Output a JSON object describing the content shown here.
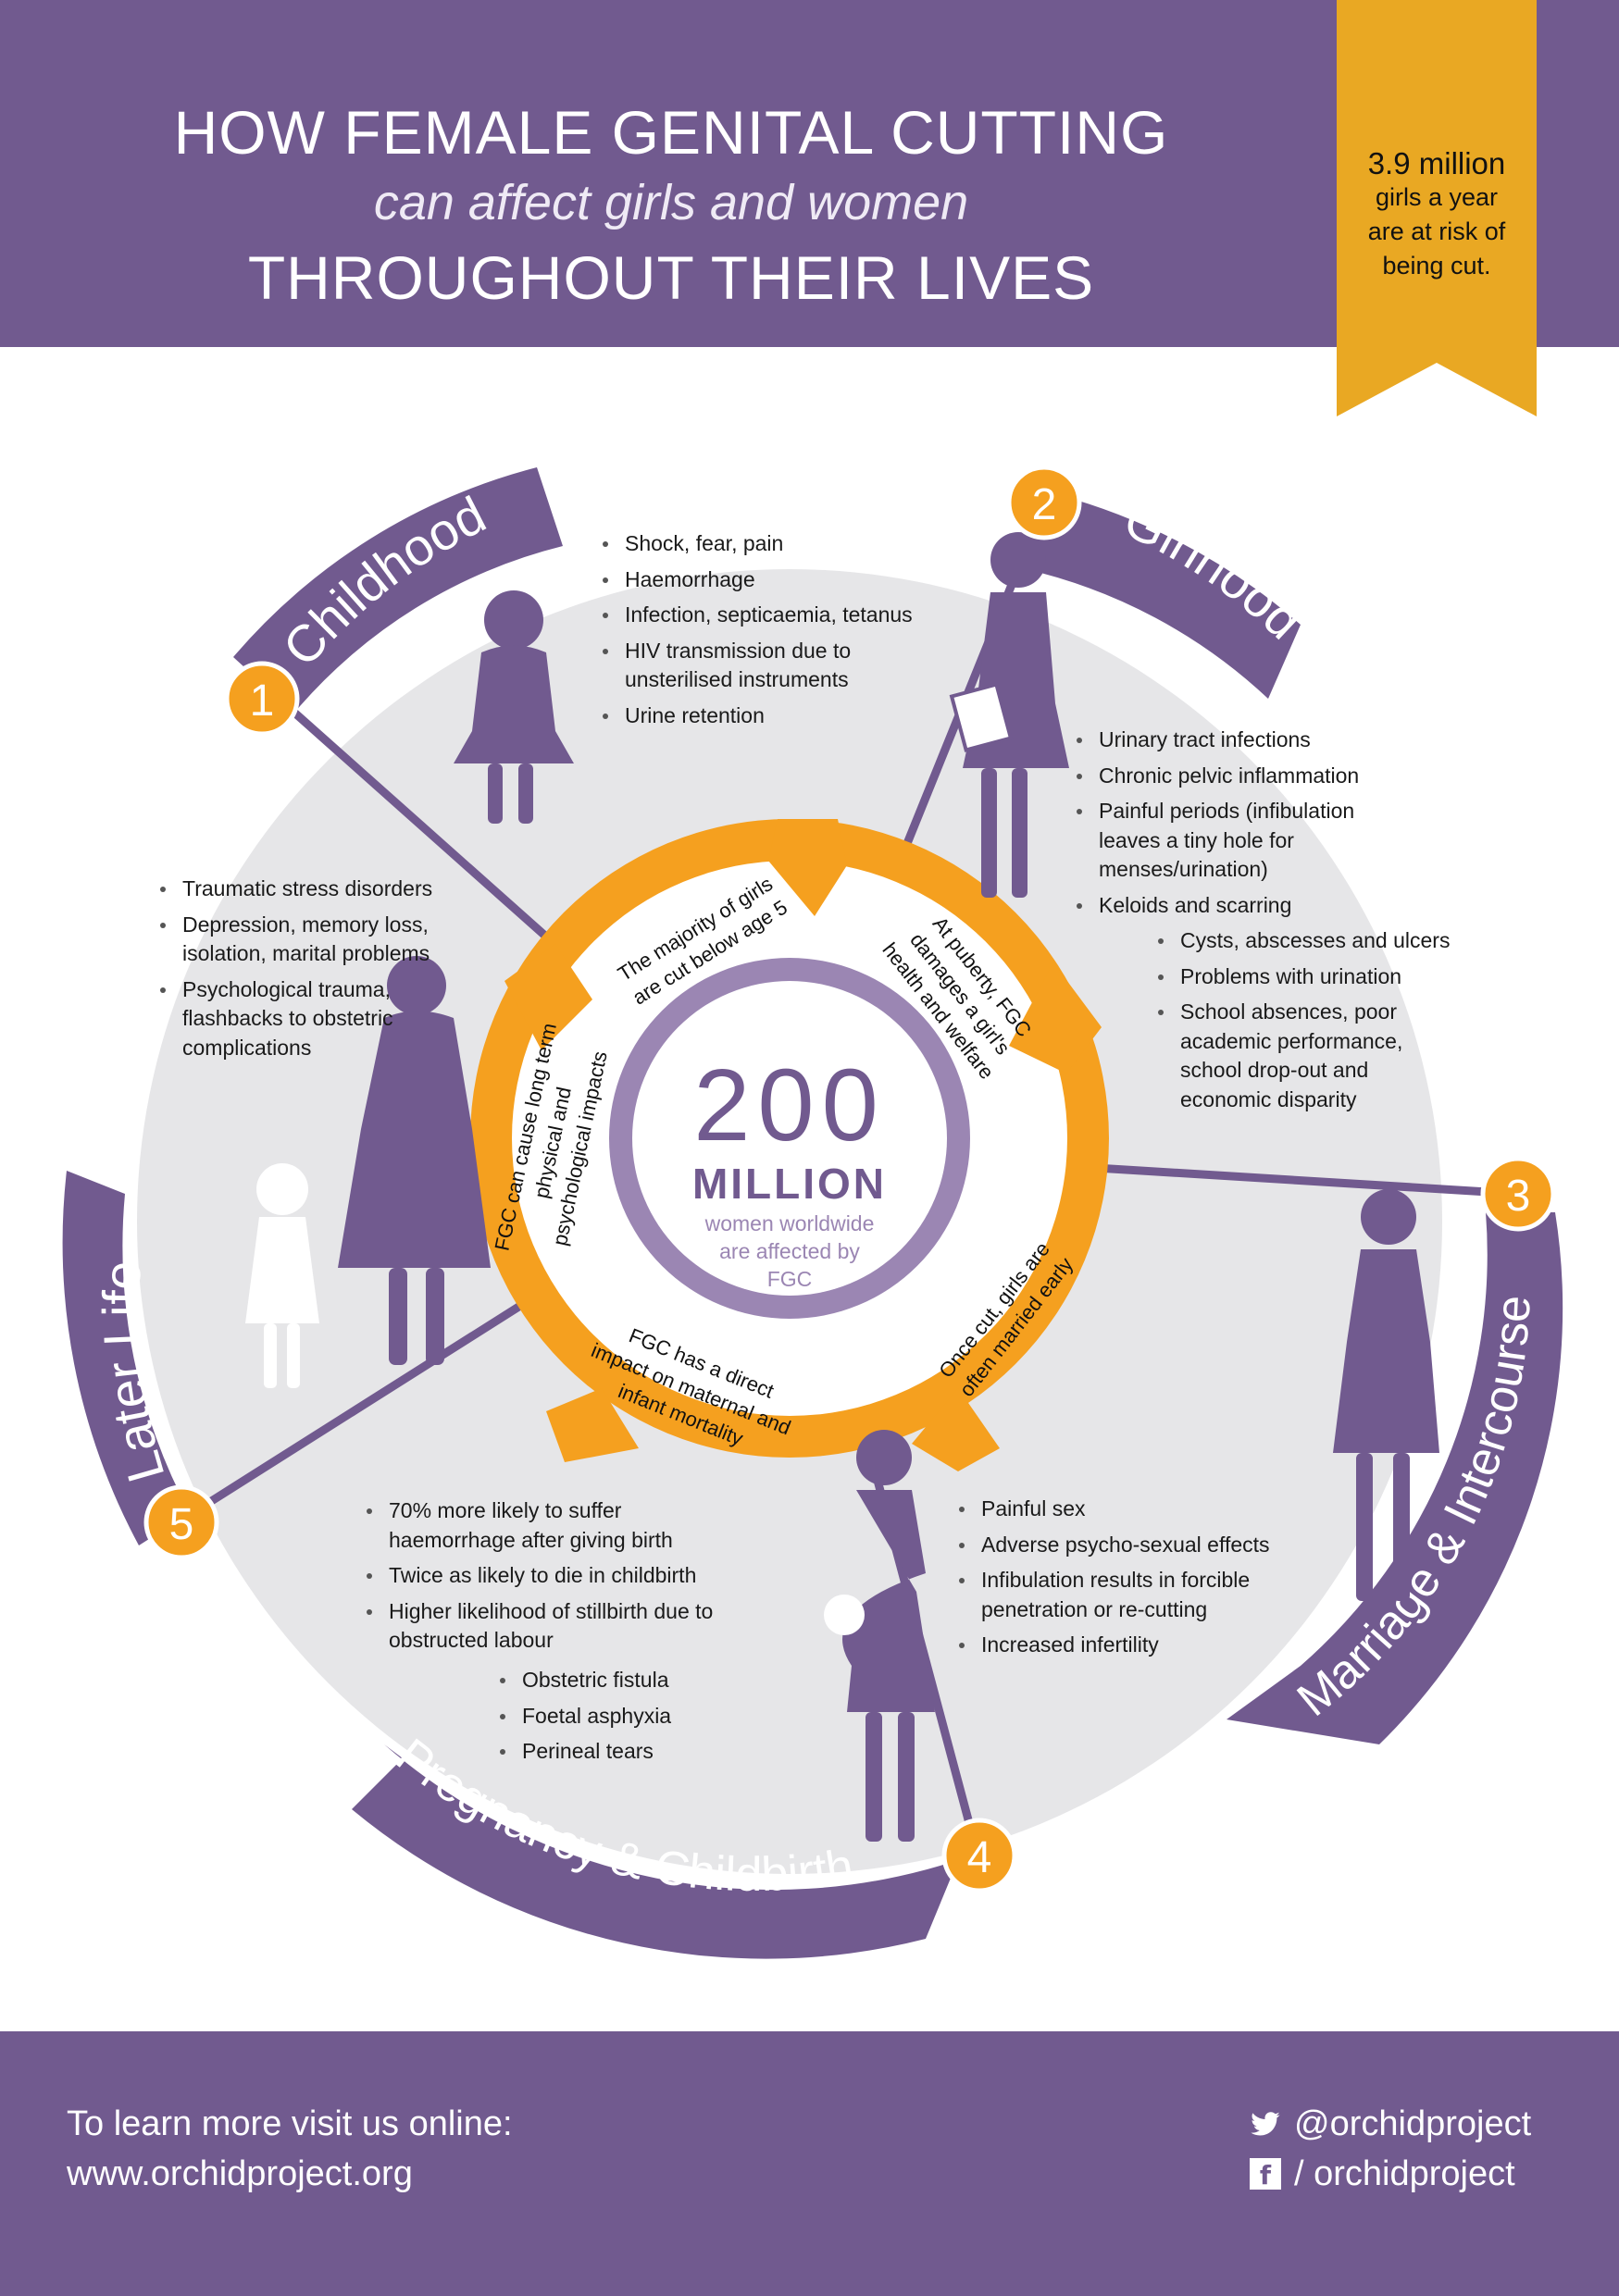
{
  "header": {
    "title_line1": "HOW FEMALE GENITAL CUTTING",
    "title_line2": "can affect girls and women",
    "title_line3": "THROUGHOUT THEIR LIVES"
  },
  "ribbon": {
    "line1": "3.9 million",
    "line2": "girls a year",
    "line3": "are at risk of",
    "line4": "being cut."
  },
  "center": {
    "number": "200",
    "unit": "MILLION",
    "line1": "women worldwide",
    "line2": "are affected by",
    "line3": "FGC"
  },
  "stages": [
    {
      "number": "1",
      "label": "Childhood"
    },
    {
      "number": "2",
      "label": "Girlhood"
    },
    {
      "number": "3",
      "label": "Marriage & Intercourse"
    },
    {
      "number": "4",
      "label": "Pregnancy & Childbirth"
    },
    {
      "number": "5",
      "label": "Later Life"
    }
  ],
  "arrows": [
    {
      "line1": "The majority of girls",
      "line2": "are cut below age 5"
    },
    {
      "line1": "At puberty, FGC",
      "line2": "damages a girl's",
      "line3": "health and welfare"
    },
    {
      "line1": "Once cut, girls are",
      "line2": "often married early"
    },
    {
      "line1": "FGC has a direct",
      "line2": "impact on maternal and",
      "line3": "infant mortality"
    },
    {
      "line1": "FGC can cause long term",
      "line2": "physical and",
      "line3": "psychological impacts"
    }
  ],
  "lists": {
    "childhood": [
      "Shock, fear, pain",
      "Haemorrhage",
      "Infection, septicaemia, tetanus",
      "HIV transmission due to unsterilised instruments",
      "Urine retention"
    ],
    "girlhood_a": [
      "Urinary tract infections",
      "Chronic pelvic inflammation",
      "Painful periods (infibulation leaves a tiny hole for menses/urination)",
      "Keloids and scarring"
    ],
    "girlhood_b": [
      "Cysts, abscesses and ulcers",
      "Problems with urination",
      "School absences, poor academic performance, school drop-out and economic disparity"
    ],
    "later_life": [
      "Traumatic stress disorders",
      "Depression, memory loss, isolation, marital problems",
      "Psychological trauma, flashbacks to obstetric complications"
    ],
    "pregnancy_a": [
      "70% more likely to suffer haemorrhage after giving birth",
      "Twice as likely to die in childbirth",
      "Higher likelihood of stillbirth due to obstructed labour"
    ],
    "pregnancy_b": [
      "Obstetric fistula",
      "Foetal asphyxia",
      "Perineal tears"
    ],
    "marriage": [
      "Painful sex",
      "Adverse psycho-sexual effects",
      "Infibulation results in forcible penetration or re-cutting",
      "Increased infertility"
    ]
  },
  "footer": {
    "learn_line1": "To learn more visit us online:",
    "learn_line2": "www.orchidproject.org",
    "twitter": "@orchidproject",
    "facebook": "/ orchidproject",
    "twitter_icon": "twitter-bird-icon",
    "facebook_icon": "facebook-f-icon"
  },
  "colors": {
    "purple": "#715a8f",
    "orange": "#f5a01f",
    "gold": "#e9a823",
    "grey": "#e6e6e8",
    "lavender": "#9b86b3"
  }
}
